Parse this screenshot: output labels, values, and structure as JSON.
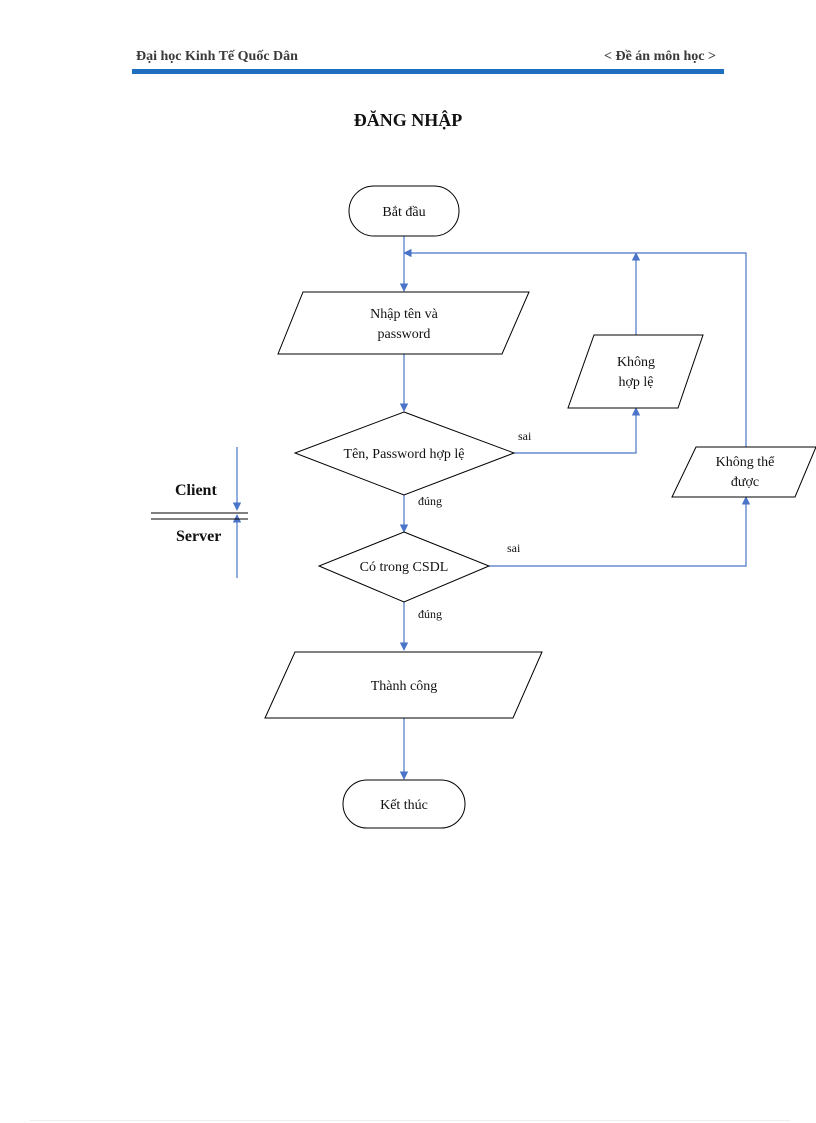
{
  "header": {
    "left": "Đại học Kinh Tế Quốc Dân",
    "right": "< Đề án môn học >",
    "rule_color": "#1f6fc1"
  },
  "title": "ĐĂNG NHẬP",
  "colors": {
    "edge": "#4a74c8",
    "node_stroke": "#000000"
  },
  "flowchart": {
    "start": "Bắt đầu",
    "input": [
      "Nhập tên và",
      "password"
    ],
    "check_valid": "Tên, Password hợp lệ",
    "invalid": [
      "Không",
      "hợp lệ"
    ],
    "check_db": "Có trong CSDL",
    "cannot": [
      "Không thể",
      "được"
    ],
    "success": "Thành công",
    "end": "Kết thúc",
    "edge_labels": {
      "valid_no": "sai",
      "valid_yes": "đúng",
      "db_no": "sai",
      "db_yes": "đúng"
    }
  },
  "sides": {
    "client": "Client",
    "server": "Server"
  }
}
